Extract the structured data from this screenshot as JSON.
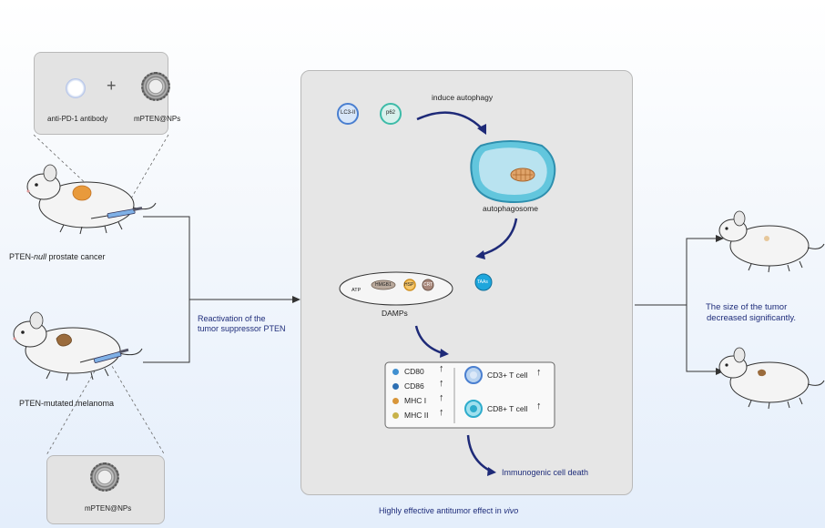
{
  "top_panel": {
    "antibody_label": "anti-PD-1 antibody",
    "plus": "+",
    "np_label": "mPTEN@NPs"
  },
  "bottom_panel": {
    "np_label": "mPTEN@NPs"
  },
  "models": {
    "prostate": {
      "prefix": "PTEN-",
      "italic": "null",
      "suffix": " prostate cancer"
    },
    "melanoma": "PTEN-mutated melanoma"
  },
  "reactivation": {
    "line1": "Reactivation of the",
    "line2": "tumor suppressor PTEN"
  },
  "center": {
    "lc3": "LC3-II",
    "p62": "p62",
    "induce": "induce autophagy",
    "autophagosome": "autophagosome",
    "damps_label": "DAMPs",
    "damps_items": [
      "ATP",
      "HMGB1",
      "HSP",
      "CRT"
    ],
    "taas": "TAAs",
    "markers": [
      "CD80",
      "CD86",
      "MHC I",
      "MHC II"
    ],
    "tcells": [
      "CD3+  T  cell",
      "CD8+  T  cell"
    ],
    "up_arrow": "↑",
    "icd": "Immunogenic cell death",
    "footer_prefix": "Highly effective antitumor effect in ",
    "footer_italic": "vivo"
  },
  "result": {
    "line1": "The size of the tumor",
    "line2": "decreased significantly."
  },
  "colors": {
    "arrow": "#1e2a78",
    "marker_colors": [
      "#3f8fd0",
      "#2d6fb3",
      "#d8963a",
      "#c8b24a"
    ],
    "tumor": "#e89a3c",
    "melanoma_tumor": "#9a6b3c"
  }
}
